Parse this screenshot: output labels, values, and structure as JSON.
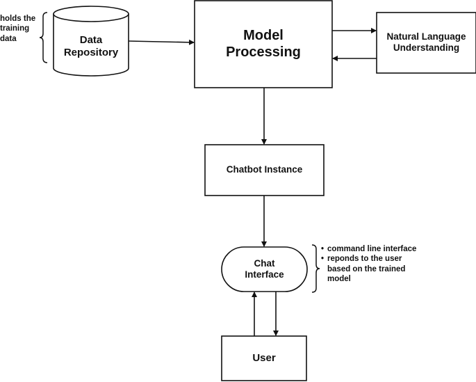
{
  "nodes": {
    "data_repository": {
      "label": "Data\nRepository",
      "shape": "cylinder"
    },
    "model_processing": {
      "label": "Model\nProcessing",
      "shape": "rectangle"
    },
    "nlu": {
      "label": "Natural Language\nUnderstanding",
      "shape": "rectangle"
    },
    "chatbot_instance": {
      "label": "Chatbot Instance",
      "shape": "rectangle"
    },
    "chat_interface": {
      "label": "Chat\nInterface",
      "shape": "rounded-pill"
    },
    "user": {
      "label": "User",
      "shape": "rectangle"
    }
  },
  "annotations": {
    "repository_note": "holds the\ntraining\ndata",
    "interface_notes": [
      "command line interface",
      "reponds to the user based on the trained model"
    ]
  },
  "colors": {
    "stroke": "#111111",
    "background": "#ffffff"
  }
}
